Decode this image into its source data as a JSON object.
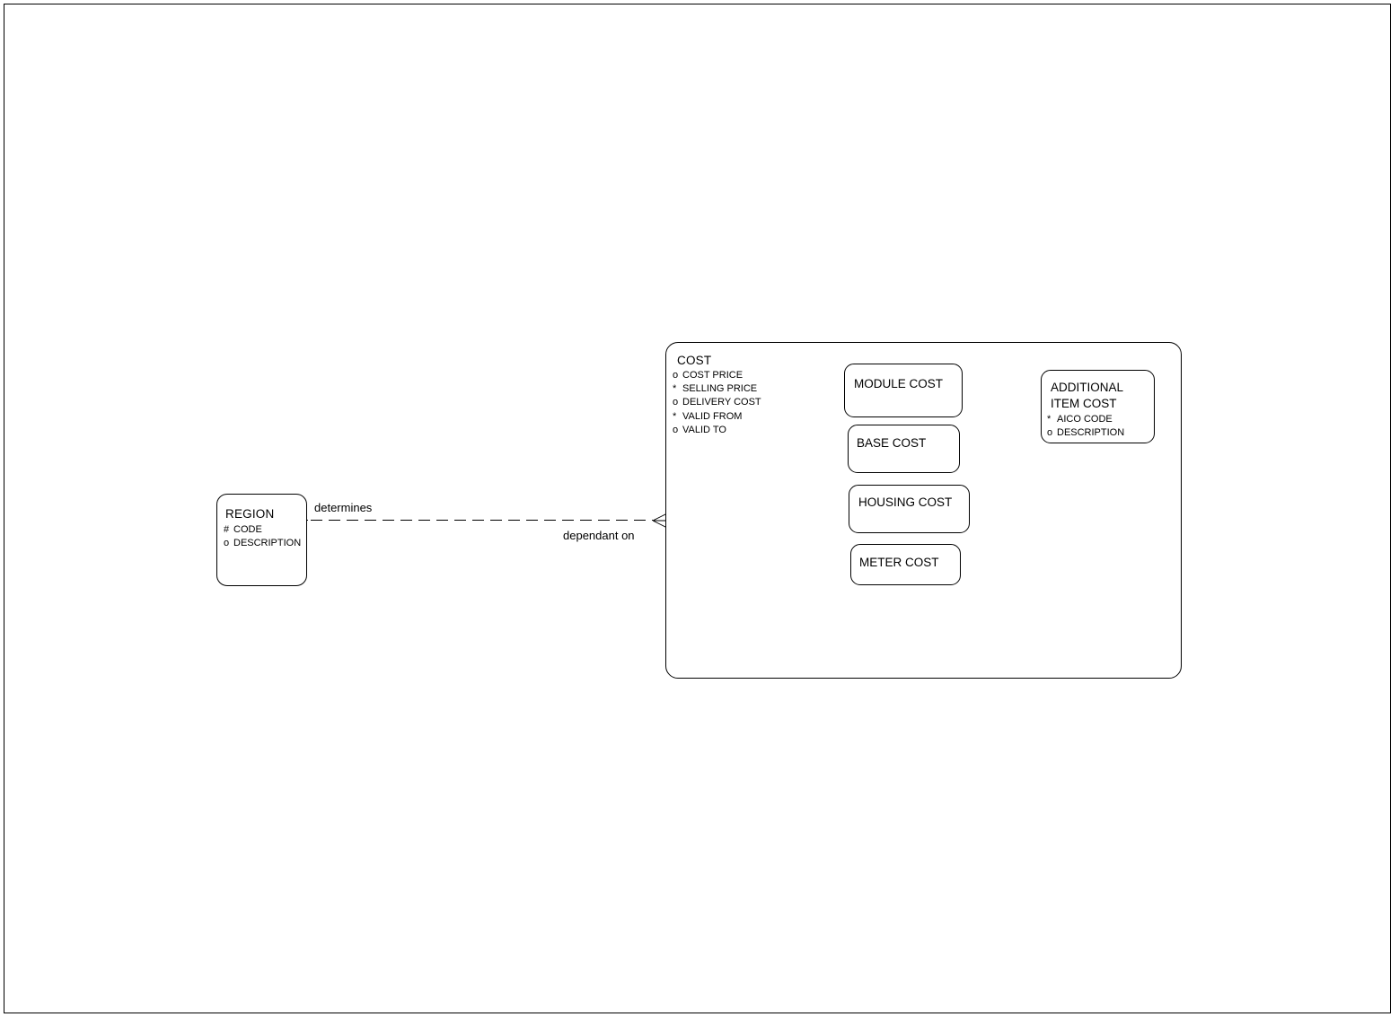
{
  "diagram": {
    "type": "entity-relationship-diagram",
    "page_border": true,
    "background_color": "#ffffff",
    "line_color": "#000000"
  },
  "entities": {
    "region": {
      "title": "REGION",
      "attributes": [
        {
          "mark": "#",
          "name": "CODE"
        },
        {
          "mark": "o",
          "name": "DESCRIPTION"
        }
      ]
    },
    "cost": {
      "title": "COST",
      "attributes": [
        {
          "mark": "o",
          "name": "COST PRICE"
        },
        {
          "mark": "*",
          "name": "SELLING PRICE"
        },
        {
          "mark": "o",
          "name": "DELIVERY COST"
        },
        {
          "mark": "*",
          "name": "VALID FROM"
        },
        {
          "mark": "o",
          "name": "VALID TO"
        }
      ]
    },
    "module_cost": {
      "title": "MODULE COST"
    },
    "base_cost": {
      "title": "BASE COST"
    },
    "housing_cost": {
      "title": "HOUSING COST"
    },
    "meter_cost": {
      "title": "METER COST"
    },
    "additional_item_cost": {
      "title_line1": "ADDITIONAL",
      "title_line2": "ITEM COST",
      "attributes": [
        {
          "mark": "*",
          "name": "AICO CODE"
        },
        {
          "mark": "o",
          "name": "DESCRIPTION"
        }
      ]
    }
  },
  "relationships": {
    "region_cost": {
      "label_top": "determines",
      "label_bottom": "dependant on",
      "line_style": "dashed",
      "end_marker": "crows-foot"
    }
  }
}
